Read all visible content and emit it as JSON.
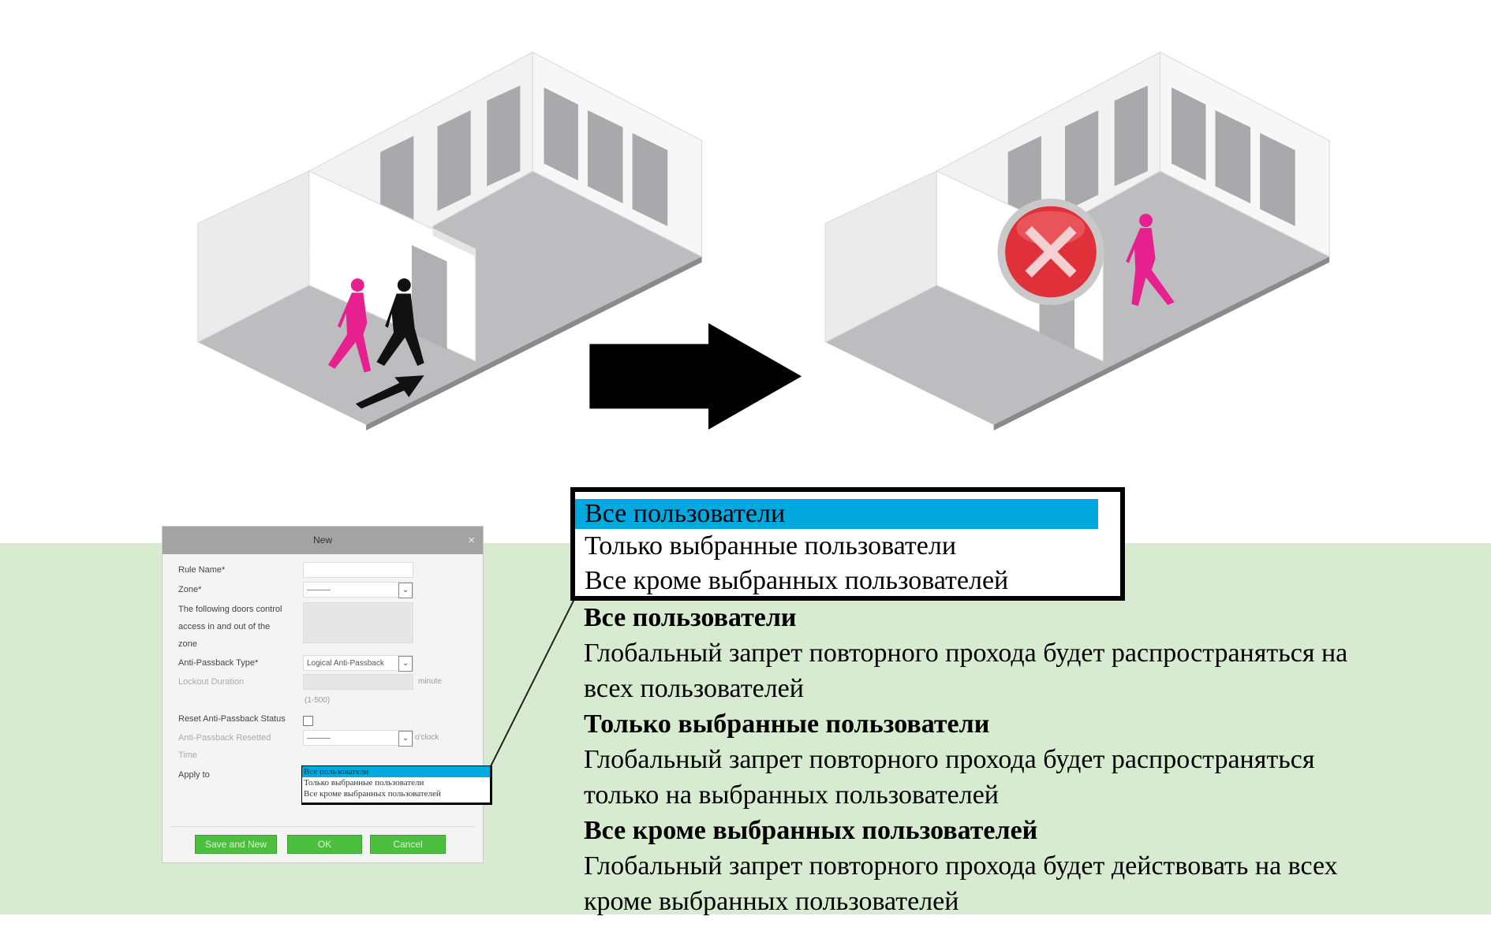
{
  "dialog": {
    "title": "New",
    "close": "×",
    "rule_name_label": "Rule Name*",
    "zone_label": "Zone*",
    "zone_value": "———",
    "doors_label_1": "The following doors control",
    "doors_label_2": "access in and out of the",
    "doors_label_3": "zone",
    "apb_type_label": "Anti-Passback Type*",
    "apb_type_value": "Logical Anti-Passback",
    "lockout_label": "Lockout Duration",
    "lockout_unit": "minute",
    "lockout_range": "(1-500)",
    "reset_label": "Reset Anti-Passback Status",
    "reset_time_label_1": "Anti-Passback Resetted",
    "reset_time_label_2": "Time",
    "reset_time_value": "———",
    "reset_time_unit": "o'clock",
    "apply_label": "Apply to",
    "apply_options": [
      "Все пользователи",
      "Только выбранные пользователи",
      "Все кроме выбранных пользователей"
    ],
    "buttons": {
      "save_new": "Save and New",
      "ok": "OK",
      "cancel": "Cancel"
    }
  },
  "dropdown_zoom": {
    "options": [
      "Все пользователи",
      "Только выбранные пользователи",
      "Все кроме выбранных пользователей"
    ],
    "selected_index": 0
  },
  "descriptions": [
    {
      "title": "Все пользователи",
      "line1": "Глобальный запрет повторного прохода будет распространяться на",
      "line2": "всех пользователей"
    },
    {
      "title": "Только выбранные пользователи",
      "line1": "Глобальный запрет повторного прохода будет распространяться",
      "line2": "только на выбранных пользователей"
    },
    {
      "title": "Все кроме выбранных пользователей",
      "line1": "Глобальный запрет повторного прохода будет действовать на всех",
      "line2": "кроме выбранных пользователей"
    }
  ],
  "colors": {
    "highlight": "#00a8e0",
    "band": "#d6ebcf",
    "button": "#4cbf3f",
    "person_female": "#e6208f",
    "denied": "#e0303a"
  }
}
